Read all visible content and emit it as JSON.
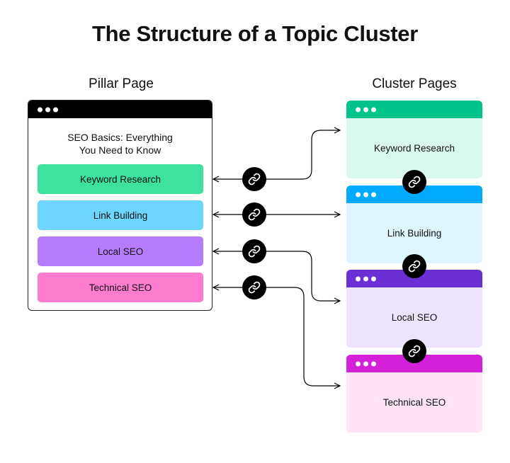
{
  "title": "The Structure of a Topic Cluster",
  "pillar": {
    "label": "Pillar Page",
    "heading_line1": "SEO Basics: Everything",
    "heading_line2": "You Need to Know",
    "items": [
      {
        "label": "Keyword Research",
        "color": "#3ee29d"
      },
      {
        "label": "Link Building",
        "color": "#6dd6fe"
      },
      {
        "label": "Local SEO",
        "color": "#b57cfd"
      },
      {
        "label": "Technical SEO",
        "color": "#fd7ccf"
      }
    ]
  },
  "cluster": {
    "label": "Cluster Pages",
    "pages": [
      {
        "label": "Keyword Research",
        "bar_color": "#00c28b",
        "body_color": "#d9f8ec"
      },
      {
        "label": "Link Building",
        "bar_color": "#00aaff",
        "body_color": "#dff5fd"
      },
      {
        "label": "Local SEO",
        "bar_color": "#6b2fd6",
        "body_color": "#ede3fd"
      },
      {
        "label": "Technical SEO",
        "bar_color": "#d420d9",
        "body_color": "#fde3f4"
      }
    ]
  },
  "icons": {
    "window_dots": "window-dots-icon",
    "link": "link-icon",
    "arrow": "arrow-icon"
  }
}
